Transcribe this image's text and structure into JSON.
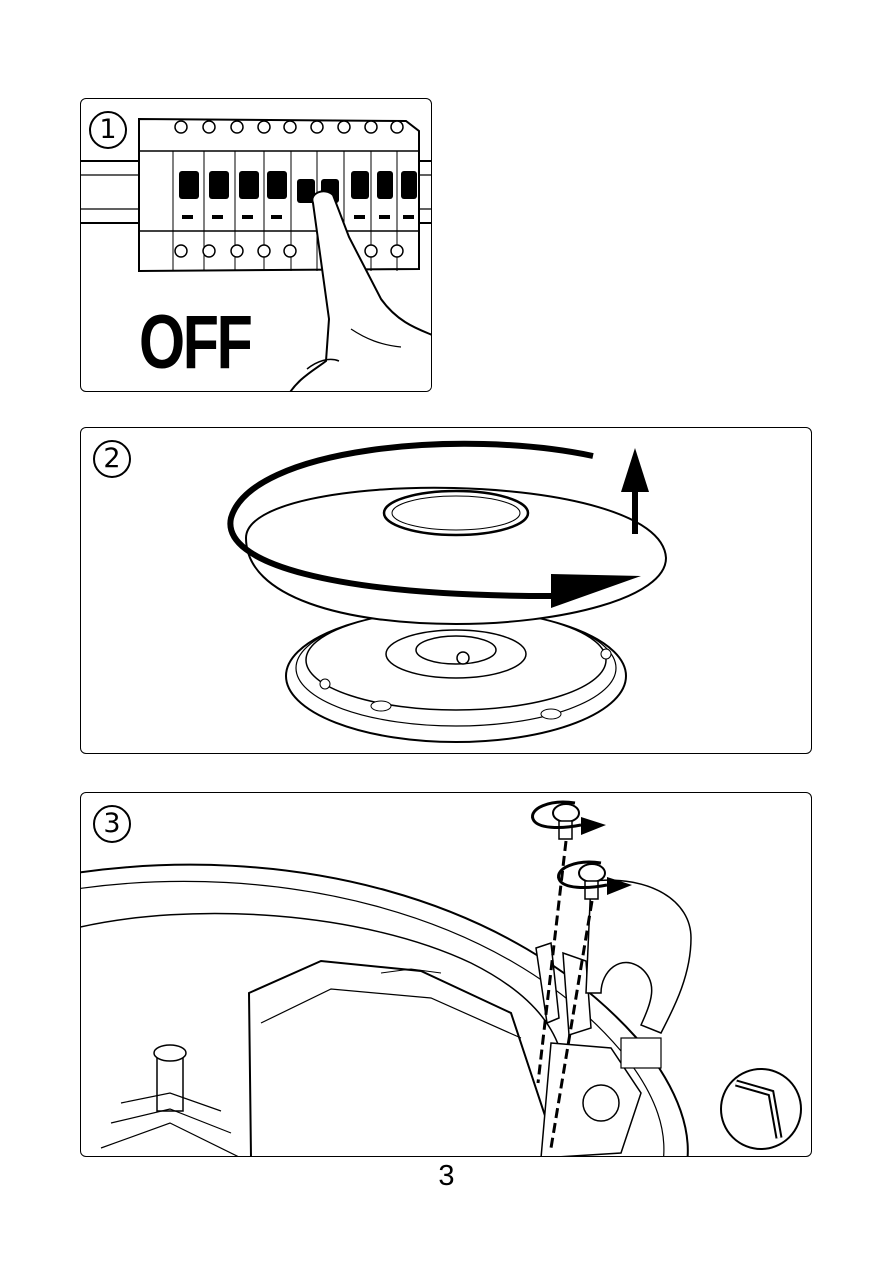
{
  "steps": [
    {
      "number": "1",
      "label": "OFF"
    },
    {
      "number": "2"
    },
    {
      "number": "3"
    }
  ],
  "icons": {
    "step1": [
      "breaker-panel-icon",
      "hand-pointer-icon"
    ],
    "step2": [
      "ceiling-lamp-icon",
      "rotate-arrow-icon",
      "up-arrow-icon"
    ],
    "step3": [
      "lamp-base-icon",
      "screw-icon",
      "turn-arrow-icon",
      "allen-key-icon"
    ]
  },
  "page": {
    "number": "3"
  }
}
